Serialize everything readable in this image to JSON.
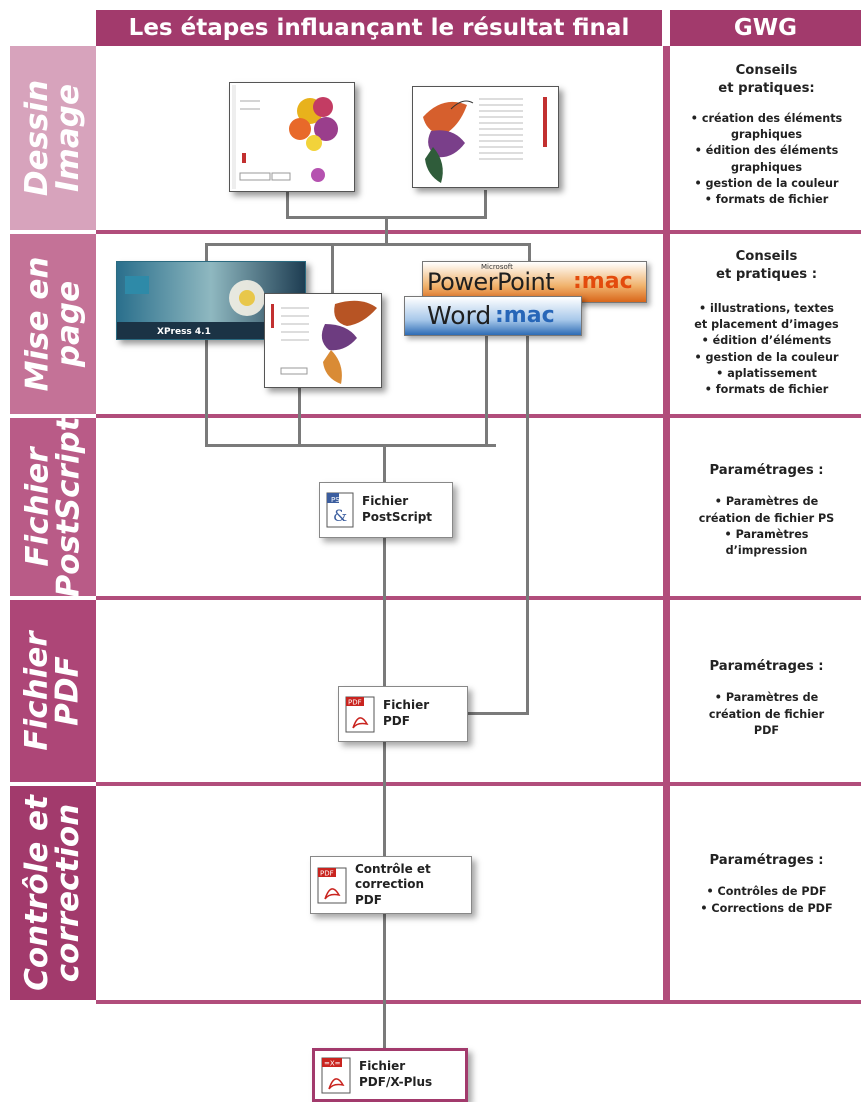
{
  "header": {
    "title": "Les étapes influançant le résultat final",
    "gwg": "GWG"
  },
  "stages": [
    {
      "label_line1": "Dessin",
      "label_line2": "Image"
    },
    {
      "label_line1": "Mise en",
      "label_line2": "page"
    },
    {
      "label_line1": "Fichier",
      "label_line2": "PostScript"
    },
    {
      "label_line1": "Fichier",
      "label_line2": "PDF"
    },
    {
      "label_line1": "Contrôle et",
      "label_line2": "correction"
    }
  ],
  "gwg": [
    {
      "title_l1": "Conseils",
      "title_l2": "et pratiques:",
      "bullets": [
        "• création des éléments",
        "graphiques",
        "• édition des éléments",
        "graphiques",
        "• gestion de la couleur",
        "• formats de fichier"
      ]
    },
    {
      "title_l1": "Conseils",
      "title_l2": "et pratiques :",
      "bullets": [
        "• illustrations, textes",
        "et placement d’images",
        "• édition d’éléments",
        "• gestion de la couleur",
        "• aplatissement",
        "• formats de fichier"
      ]
    },
    {
      "title_l1": "Paramétrages :",
      "title_l2": "",
      "bullets": [
        "• Paramètres de",
        "création de fichier PS",
        "• Paramètres",
        "d’impression"
      ]
    },
    {
      "title_l1": "Paramétrages :",
      "title_l2": "",
      "bullets": [
        "• Paramètres de",
        "création de fichier",
        "PDF"
      ]
    },
    {
      "title_l1": "Paramétrages :",
      "title_l2": "",
      "bullets": [
        "• Contrôles de PDF",
        "• Corrections de PDF"
      ]
    }
  ],
  "nodes": {
    "postscript": {
      "line1": "Fichier",
      "line2": "PostScript"
    },
    "pdf": {
      "line1": "Fichier",
      "line2": "PDF"
    },
    "control": {
      "line1": "Contrôle et",
      "line2": "correction",
      "line3": "PDF"
    },
    "pdfx": {
      "line1": "Fichier",
      "line2": "PDF/X-Plus"
    }
  },
  "logos": {
    "powerpoint_brand": "Microsoft",
    "powerpoint_name": "PowerPoint",
    "powerpoint_mac": ":mac",
    "word_name": "Word",
    "word_mac": ":mac",
    "quark": "XPress 4.1"
  },
  "colors": {
    "accent": "#a23a6c",
    "band": "#b14d7b",
    "band_light": "#d7a3bc"
  }
}
